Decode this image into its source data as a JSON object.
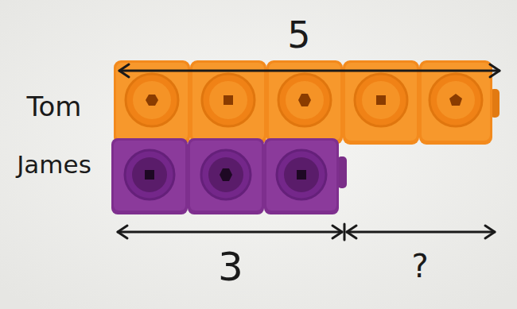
{
  "diagram": {
    "labels": [
      "5",
      "Tom",
      "James",
      "3",
      "?"
    ]
  }
}
